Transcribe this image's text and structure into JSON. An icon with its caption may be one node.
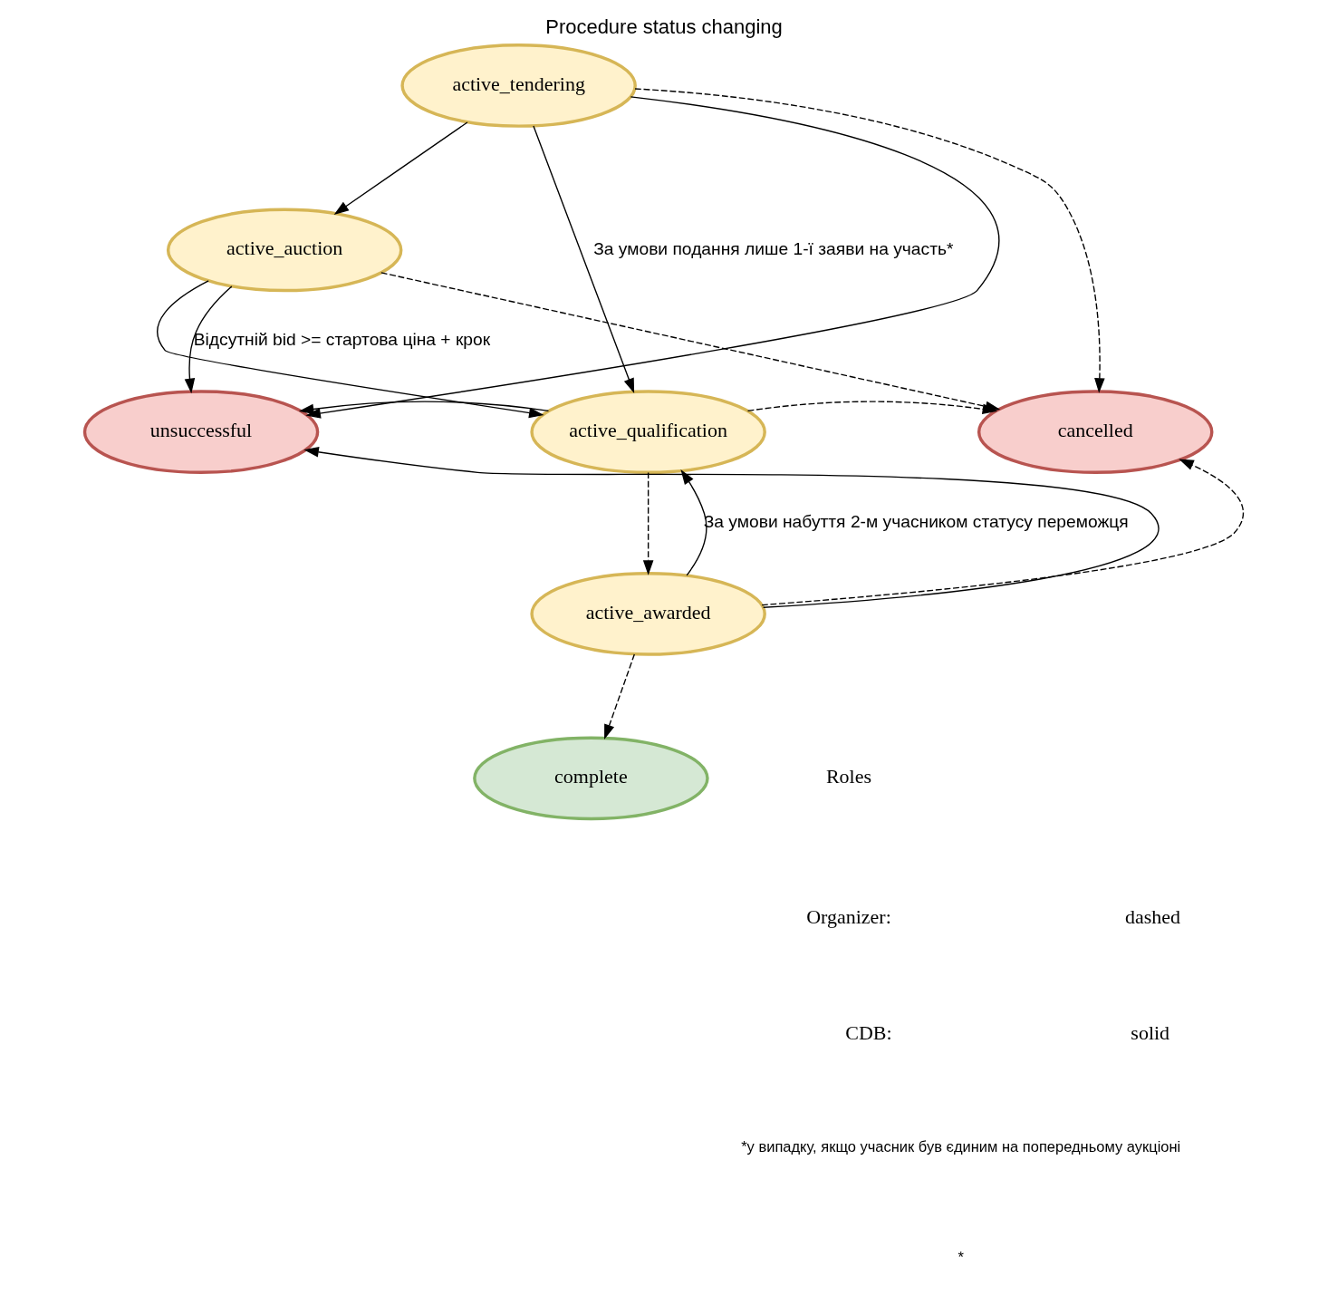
{
  "diagram": {
    "title": "Procedure status changing",
    "nodes": [
      {
        "text": [
          "active_tendering"
        ]
      },
      {
        "text": [
          "active_auction"
        ]
      },
      {
        "text": [
          "active_qualification"
        ]
      },
      {
        "text": [
          "active_awarded"
        ]
      },
      {
        "text": [
          "unsuccessful"
        ]
      },
      {
        "text": [
          "cancelled"
        ]
      },
      {
        "text": [
          "complete"
        ]
      }
    ],
    "edges": [
      {
        "from": 0,
        "to": 4,
        "arrow": "to"
      },
      {
        "from": 0,
        "to": 1,
        "arrow": "to"
      },
      {
        "from": 0,
        "to": 5,
        "arrow": "to",
        "style": "dashed"
      },
      {
        "from": 0,
        "to": 2,
        "arrow": "to",
        "label": "За умови подання лише 1-ї заяви на участь*"
      },
      {
        "from": 1,
        "to": 4,
        "arrow": "to",
        "label": "Відсутній bid >= стартова ціна + крок"
      },
      {
        "from": 1,
        "to": 2,
        "arrow": "to"
      },
      {
        "from": 1,
        "to": 5,
        "arrow": "to",
        "style": "dashed"
      },
      {
        "from": 2,
        "to": 4,
        "arrow": "to"
      },
      {
        "from": 2,
        "to": 5,
        "arrow": "to",
        "style": "dashed"
      },
      {
        "from": 2,
        "to": 3,
        "arrow": "to",
        "style": "dashed"
      },
      {
        "from": 3,
        "to": 2,
        "arrow": "to",
        "label": "За умови набуття 2-м учасником статусу переможця"
      },
      {
        "from": 3,
        "to": 4,
        "arrow": "to"
      },
      {
        "from": 3,
        "to": 5,
        "arrow": "to",
        "style": "dashed"
      },
      {
        "from": 3,
        "to": 6,
        "arrow": "to",
        "style": "dashed"
      }
    ],
    "labels": [
      "Roles",
      "Organizer:",
      "dashed",
      "CDB:",
      "solid",
      "*у випадку, якщо учасник був єдиним на попередньому аукціоні",
      "*"
    ]
  }
}
